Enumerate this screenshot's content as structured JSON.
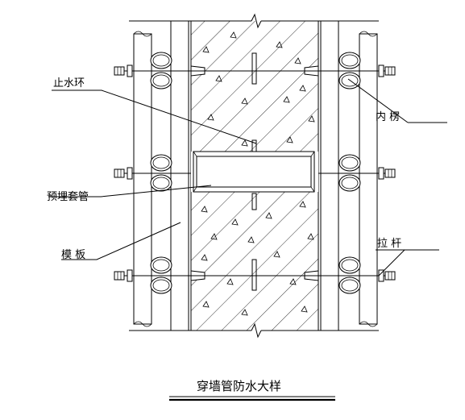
{
  "labels": {
    "waterstop_ring": "止水环",
    "inner_brace": "内 楞",
    "embedded_sleeve": "预埋套管",
    "formwork": "模  板",
    "tie_rod": "拉  杆"
  },
  "title": "穿墙管防水大样"
}
